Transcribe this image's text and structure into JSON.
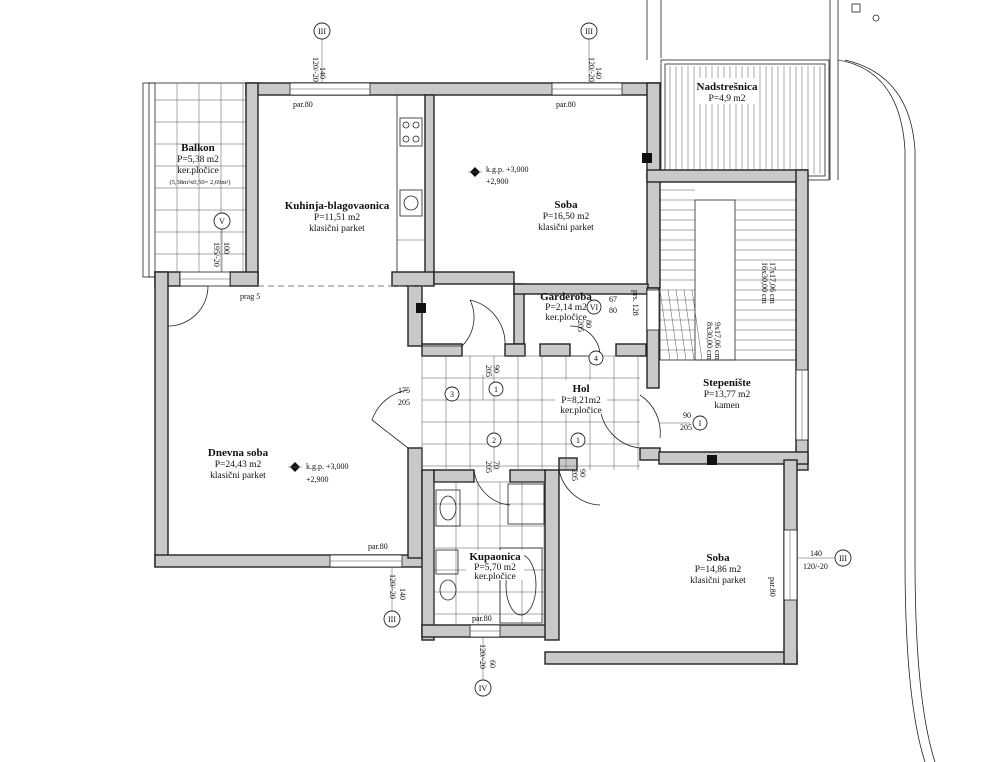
{
  "rooms": {
    "balkon": {
      "name": "Balkon",
      "area": "P=5,38 m2",
      "floor": "ker.pločice",
      "calc": "(5,38m²x0,50= 2,69m²)"
    },
    "kuhinja": {
      "name": "Kuhinja-blagovaonica",
      "area": "P=11,51 m2",
      "floor": "klasični parket"
    },
    "soba1": {
      "name": "Soba",
      "area": "P=16,50 m2",
      "floor": "klasični parket"
    },
    "nadstresnica": {
      "name": "Nadstrešnica",
      "area": "P=4,9 m2"
    },
    "garderoba": {
      "name": "Garderoba",
      "area": "P=2,14 m2",
      "floor": "ker.pločice"
    },
    "hol": {
      "name": "Hol",
      "area": "P=8,21m2",
      "floor": "ker.pločice"
    },
    "stepeniste": {
      "name": "Stepenište",
      "area": "P=13,77 m2",
      "floor": "kamen"
    },
    "dnevna": {
      "name": "Dnevna soba",
      "area": "P=24,43 m2",
      "floor": "klasični parket"
    },
    "kupaonica": {
      "name": "Kupaonica",
      "area": "P=5,70 m2",
      "floor": "ker.pločice"
    },
    "soba2": {
      "name": "Soba",
      "area": "P=14,86 m2",
      "floor": "klasični parket"
    }
  },
  "levels": {
    "upper": {
      "kgp": "k.g.p. +3,000",
      "h": "+2,900"
    },
    "lower": {
      "kgp": "k.g.p. +3,000",
      "h": "+2,900"
    }
  },
  "markers": {
    "m1": "III",
    "m2": "III",
    "m3": "V",
    "m4": "III",
    "m5": "III",
    "m6": "IV",
    "m7": "VI",
    "m8": "I"
  },
  "dims": {
    "w1a": "140",
    "w1b": "120/-20",
    "w2a": "140",
    "w2b": "120/-20",
    "par1": "par.80",
    "par2": "par.80",
    "par3": "par.80",
    "par4": "par.80",
    "par5": "par.80",
    "balk_a": "100",
    "balk_b": "195/-20",
    "prag": "prag 5",
    "gard1": "67",
    "gard2": "80",
    "gard3": "prs. 128",
    "gard4": "80",
    "gard5": "205",
    "hol_a": "90",
    "hol_b": "205",
    "d175": "175",
    "d205": "205",
    "d70": "70",
    "d205b": "205",
    "st1": "90",
    "st2": "205",
    "s1": "90",
    "s2": "205",
    "stair1": "17x17,06 cm",
    "stair2": "16x30,00 cm",
    "stair3": "9x17,06 cm",
    "stair4": "8x30,00 cm",
    "dn_a": "140",
    "dn_b": "120/-20",
    "kup_a": "60",
    "kup_b": "120/-20",
    "sb_a": "140",
    "sb_b": "120/-20"
  },
  "doors": {
    "d1": "1",
    "d2": "2",
    "d3": "3",
    "d4": "4",
    "d5": "1"
  },
  "colors": {
    "wall": "#c9c9c9",
    "line": "#222222"
  }
}
